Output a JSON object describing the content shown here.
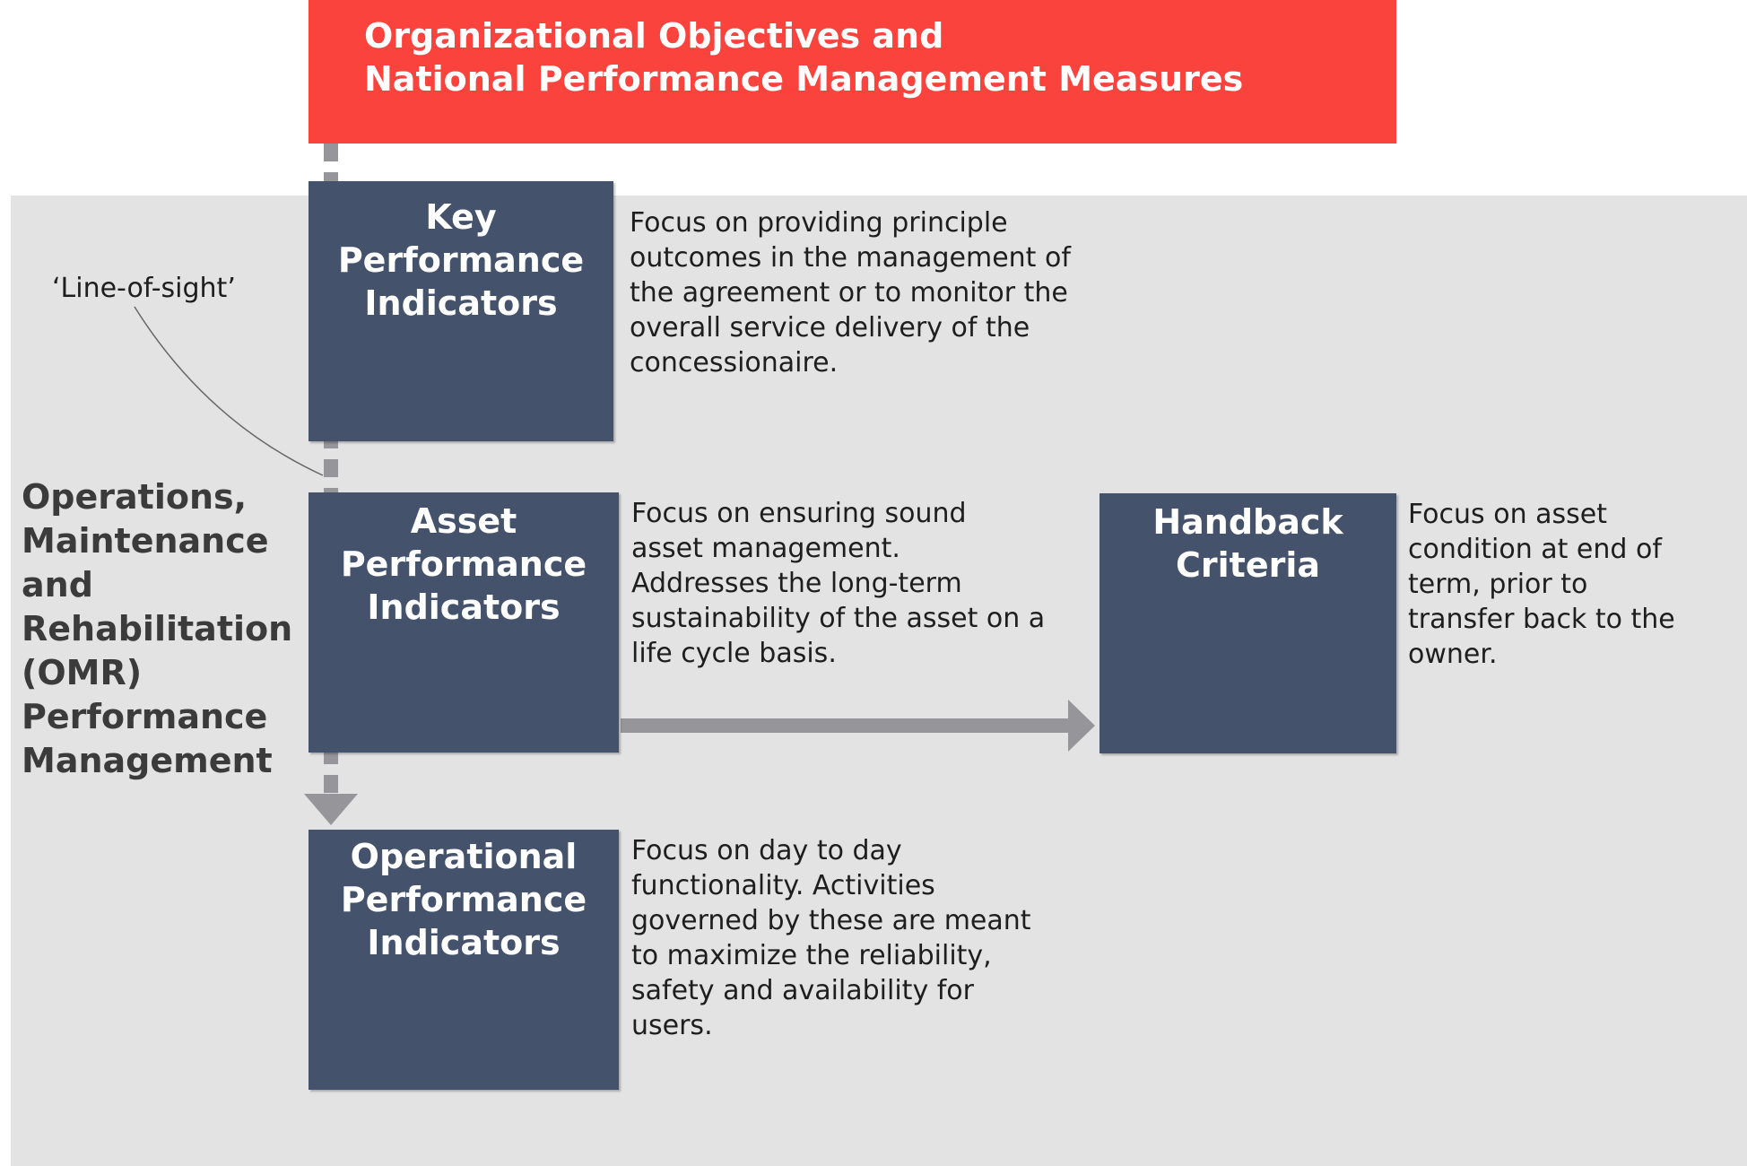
{
  "header": {
    "line1": "Organizational Objectives and",
    "line2": "National Performance Management Measures"
  },
  "side_label": [
    "Operations,",
    "Maintenance",
    "and",
    "Rehabilitation",
    "(OMR)",
    "Performance",
    "Management"
  ],
  "line_of_sight": "‘Line-of-sight’",
  "boxes": {
    "kpi": {
      "title": [
        "Key",
        "Performance",
        "Indicators"
      ]
    },
    "api": {
      "title": [
        "Asset",
        "Performance",
        "Indicators"
      ]
    },
    "opi": {
      "title": [
        "Operational",
        "Performance",
        "Indicators"
      ]
    },
    "handback": {
      "title": [
        "Handback",
        "Criteria"
      ]
    }
  },
  "descriptions": {
    "kpi": [
      "Focus on providing principle",
      "outcomes in the management of",
      "the agreement  or to monitor the",
      "overall service delivery of the",
      "concessionaire."
    ],
    "api": [
      "Focus on ensuring sound",
      "asset management.",
      "Addresses the long-term",
      "sustainability of the asset on a",
      "life cycle basis."
    ],
    "opi": [
      "Focus on day to day",
      "functionality.  Activities",
      "governed by these are meant",
      "to maximize the reliability,",
      "safety and availability for",
      "users."
    ],
    "handback": [
      "Focus on asset",
      "condition at end of",
      "term, prior to",
      "transfer back to the",
      "owner."
    ]
  },
  "colors": {
    "header_bg": "#fb433d",
    "box_bg": "#44526b",
    "panel_bg": "#e3e3e3",
    "arrow": "#96969a"
  }
}
